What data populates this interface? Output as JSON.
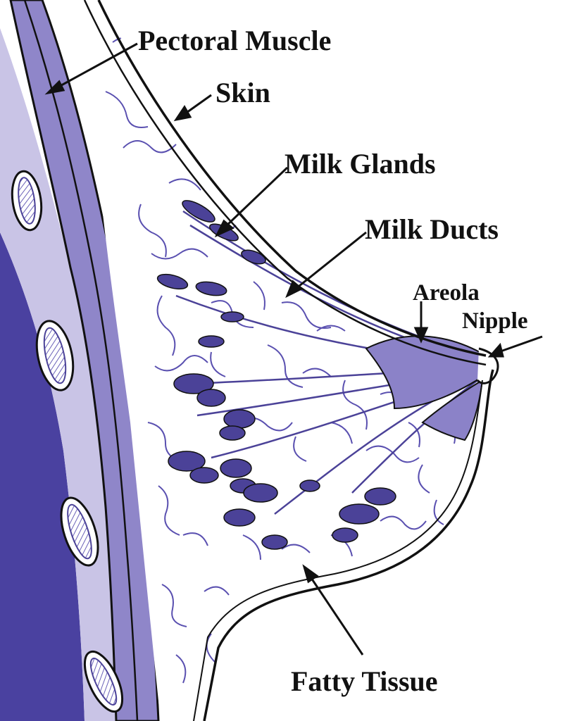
{
  "diagram": {
    "labels": {
      "pectoral_muscle": "Pectoral Muscle",
      "skin": "Skin",
      "milk_glands": "Milk Glands",
      "milk_ducts": "Milk Ducts",
      "areola": "Areola",
      "nipple": "Nipple",
      "fatty_tissue": "Fatty Tissue"
    },
    "colors": {
      "ink": "#111111",
      "muscle": "#8f86c9",
      "rib_region": "#4a41a0",
      "line_work": "#5a50b0",
      "gland": "#4b4298",
      "areola": "#8b82c8",
      "background": "#ffffff"
    }
  }
}
